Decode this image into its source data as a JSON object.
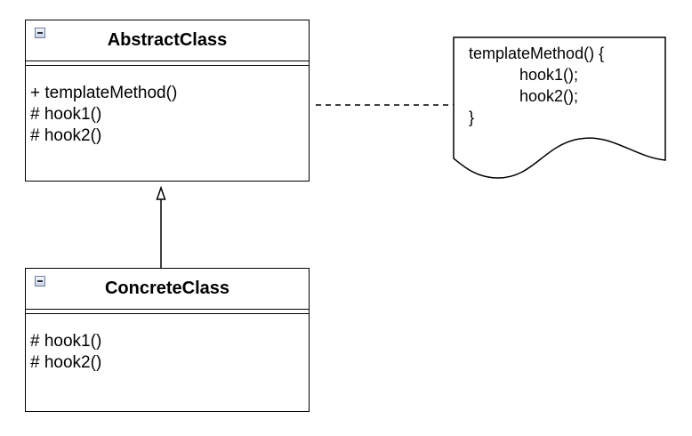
{
  "abstract_class": {
    "name": "AbstractClass",
    "operations": [
      "+ templateMethod()",
      "# hook1()",
      "# hook2()"
    ]
  },
  "concrete_class": {
    "name": "ConcreteClass",
    "operations": [
      "# hook1()",
      "# hook2()"
    ]
  },
  "note": {
    "lines": [
      "templateMethod() {",
      "hook1();",
      "hook2();",
      "}"
    ]
  },
  "icons": {
    "collapse": "collapse-minus-icon",
    "generalization": "hollow-triangle-arrow",
    "note_link": "dashed-line"
  }
}
